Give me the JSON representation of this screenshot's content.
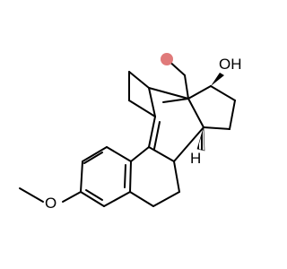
{
  "labels": {
    "hydroxyl": "OH",
    "hydrogen": "H",
    "methoxy_oxygen": "O"
  },
  "colors": {
    "background": "#ffffff",
    "bond": "#000000",
    "ethyl_wedge_base": "#e07a7a"
  }
}
